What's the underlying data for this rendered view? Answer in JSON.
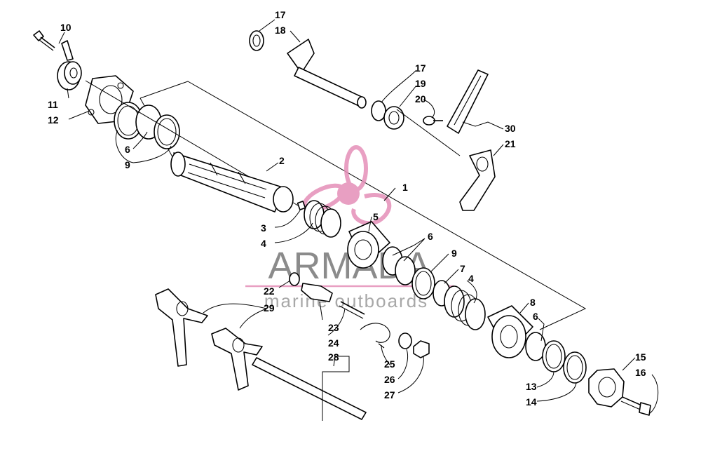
{
  "watermark": {
    "brand": "ARMADA",
    "tagline": "marine outboards",
    "accent_color": "#e58fb8",
    "text_color": "#777777"
  },
  "callouts": {
    "c1": "1",
    "c2": "2",
    "c3": "3",
    "c4a": "4",
    "c4b": "4",
    "c5": "5",
    "c6a": "6",
    "c6b": "6",
    "c6c": "6",
    "c7": "7",
    "c8": "8",
    "c9a": "9",
    "c9b": "9",
    "c10": "10",
    "c11": "11",
    "c12": "12",
    "c13": "13",
    "c14": "14",
    "c15": "15",
    "c16": "16",
    "c17a": "17",
    "c17b": "17",
    "c18": "18",
    "c19": "19",
    "c20": "20",
    "c21": "21",
    "c22": "22",
    "c23": "23",
    "c24": "24",
    "c25": "25",
    "c26": "26",
    "c27": "27",
    "c28": "28",
    "c29": "29",
    "c30": "30"
  }
}
